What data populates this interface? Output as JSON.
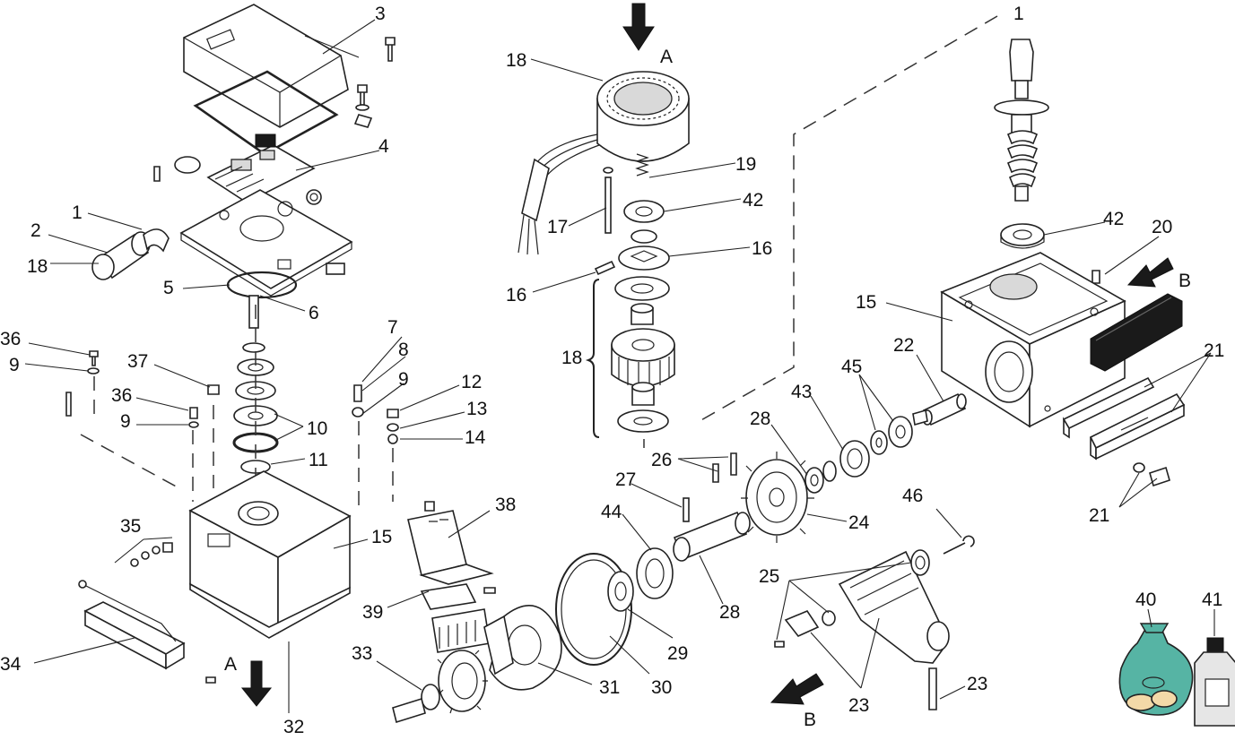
{
  "diagram": {
    "labels": {
      "left_cover": "3",
      "board": "4",
      "clip": "1",
      "capacitor_a": "2",
      "capacitor_b": "18",
      "oring_top": "5",
      "pin_6": "6",
      "screw_36a": "36",
      "washer_9a": "9",
      "screw_37": "37",
      "screw_36b": "36",
      "washer_9b": "9",
      "oring_10": "10",
      "ring_11": "11",
      "item_7": "7",
      "item_8": "8",
      "washer_9c": "9",
      "item_12": "12",
      "item_13": "13",
      "item_14": "14",
      "kit_35": "35",
      "housing_left": "15",
      "bracket_34": "34",
      "plate_32": "32",
      "arrow_a_bottom": "A",
      "cover_38": "38",
      "clip_39": "39",
      "screw_33": "33",
      "flange_31": "31",
      "gasket_30": "30",
      "bearing_29": "29",
      "shaft_28a": "28",
      "pin_27": "27",
      "bearing_44": "44",
      "stator_18": "18",
      "arrow_a_top": "A",
      "spring_19": "19",
      "rod_17": "17",
      "bearing_42a": "42",
      "washer_16a": "16",
      "pin_16b": "16",
      "rotor_18": "18",
      "pin_26": "26",
      "gear_24": "24",
      "washer_28b": "28",
      "bearing_43": "43",
      "washers_45": "45",
      "shaft_22": "22",
      "worm_1": "1",
      "bearing_42b": "42",
      "pin_20": "20",
      "arrow_b_right": "B",
      "housing_15": "15",
      "rails_21": "21",
      "screws_21": "21",
      "screw_46": "46",
      "lever_25": "25",
      "pin_23": "23",
      "parts_23": "23",
      "arrow_b_bottom": "B",
      "grease_40": "40",
      "bottle_41": "41"
    },
    "icons": {
      "arrow": "arrow-down-icon",
      "bag": "grease-bag-icon",
      "bottle": "oil-bottle-icon"
    },
    "colors": {
      "line": "#222222",
      "bag_fill": "#56b4a4",
      "bottle_fill": "#e6e6e6"
    }
  }
}
